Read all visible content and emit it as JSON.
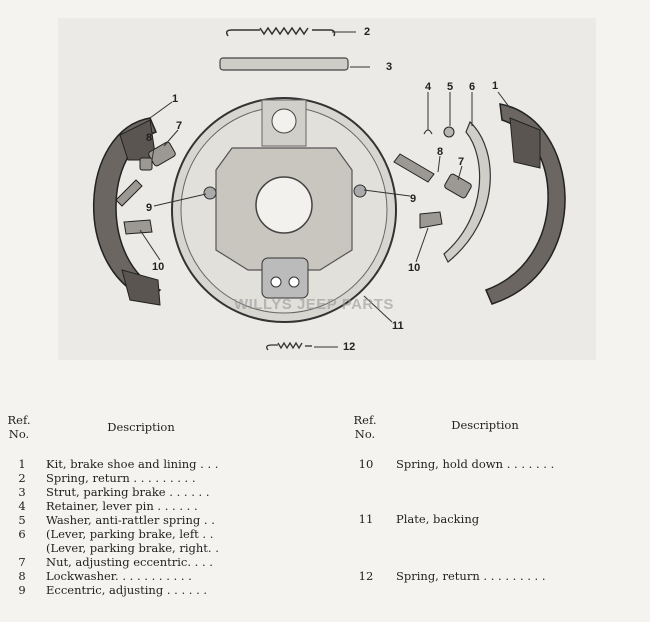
{
  "callouts": {
    "c1_left": "1",
    "c1_right": "1",
    "c2": "2",
    "c3": "3",
    "c4": "4",
    "c5": "5",
    "c6": "6",
    "c7_left": "7",
    "c7_right": "7",
    "c8_left": "8",
    "c8_right": "8",
    "c9_left": "9",
    "c9_right": "9",
    "c10_left": "10",
    "c10_right": "10",
    "c11": "11",
    "c12": "12"
  },
  "watermark": "WILLYS JEEP PARTS",
  "table": {
    "ref_header_left": "Ref.\nNo.",
    "desc_header_left": "Description",
    "ref_header_right": "Ref.\nNo.",
    "desc_header_right": "Description",
    "left_rows": [
      {
        "ref": "1",
        "desc": "Kit, brake shoe and lining . . ."
      },
      {
        "ref": "2",
        "desc": "Spring, return . . . . . . . . ."
      },
      {
        "ref": "3",
        "desc": "Strut, parking brake . . . . . ."
      },
      {
        "ref": "4",
        "desc": "Retainer, lever pin . . . . . ."
      },
      {
        "ref": "5",
        "desc": "Washer, anti-rattler spring . ."
      },
      {
        "ref": "6",
        "desc": "(Lever, parking brake, left . ."
      },
      {
        "ref": "",
        "desc": "(Lever, parking brake, right. ."
      },
      {
        "ref": "7",
        "desc": "Nut, adjusting eccentric. . . ."
      },
      {
        "ref": "8",
        "desc": "Lockwasher. . . . . . . . . . ."
      },
      {
        "ref": "9",
        "desc": "Eccentric, adjusting . . . . . ."
      }
    ],
    "right_rows": [
      {
        "ref": "10",
        "desc": "Spring, hold down . . . . . . ."
      },
      {
        "ref": "11",
        "desc": "Plate, backing"
      },
      {
        "ref": "12",
        "desc": "Spring, return . . . . . . . . ."
      }
    ]
  }
}
